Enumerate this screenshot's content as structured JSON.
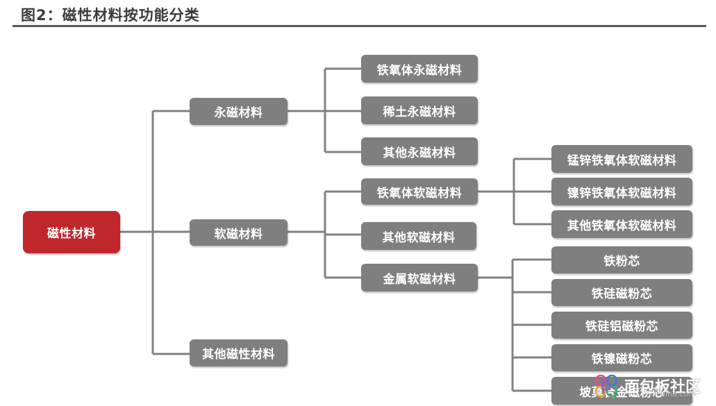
{
  "header": {
    "title": "图2：磁性材料按功能分类"
  },
  "colors": {
    "root": "#c0272d",
    "node": "#7f7f7f",
    "line": "#808080"
  },
  "diagram": {
    "root": "磁性材料",
    "level1": [
      "永磁材料",
      "软磁材料",
      "其他磁性材料"
    ],
    "permanent": [
      "铁氧体永磁材料",
      "稀土永磁材料",
      "其他永磁材料"
    ],
    "soft": [
      "铁氧体软磁材料",
      "其他软磁材料",
      "金属软磁材料"
    ],
    "ferrite_soft": [
      "锰锌铁氧体软磁材料",
      "镍锌铁氧体软磁材料",
      "其他铁氧体软磁材料"
    ],
    "metal_soft": [
      "铁粉芯",
      "铁硅磁粉芯",
      "铁硅铝磁粉芯",
      "铁镍磁粉芯",
      "坡莫合金磁粉芯"
    ]
  },
  "watermark": {
    "icon": "eefocus-logo-icon",
    "text": "面包板社区",
    "subtext": "china.com"
  }
}
